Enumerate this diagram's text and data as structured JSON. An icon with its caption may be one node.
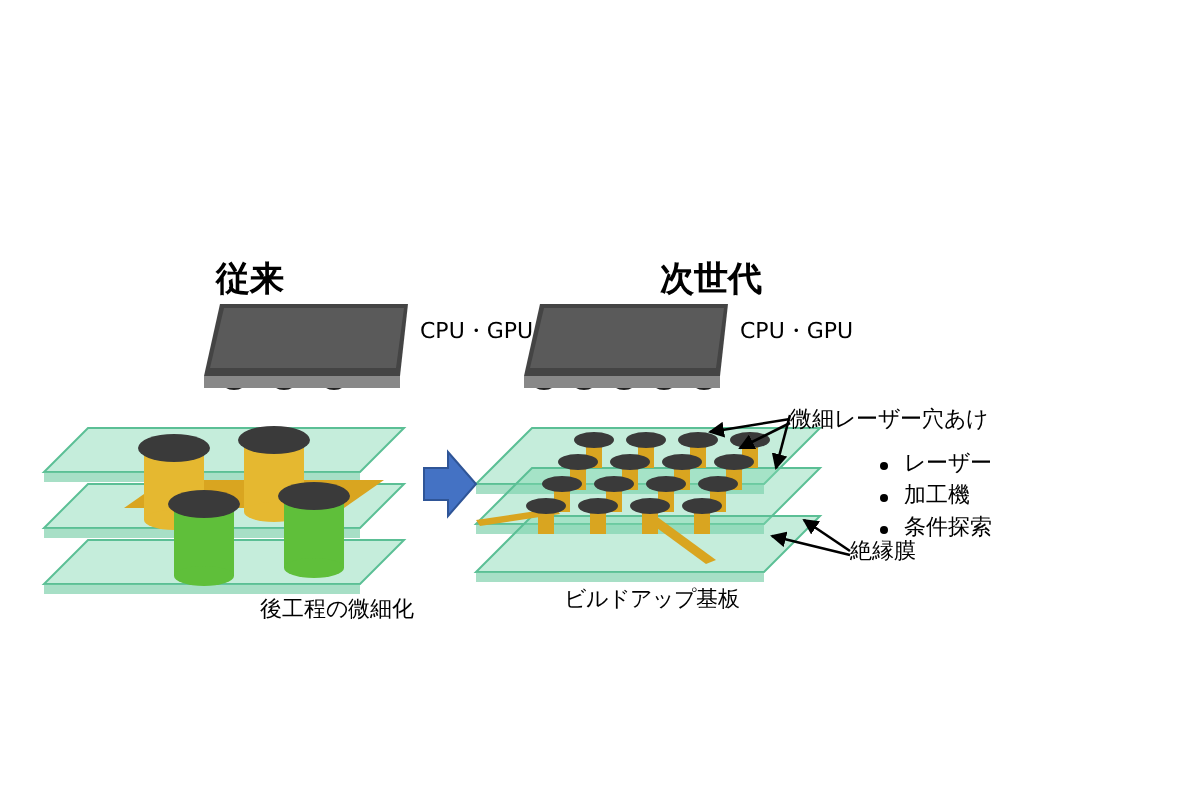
{
  "diagram": {
    "nodes": [
      {
        "text": [],
        "shape": "picture"
      },
      {
        "text": [],
        "shape": "picture",
        "beside": [
          "ビルドアップ基板"
        ]
      },
      {
        "text": [
          "微細レーザー穴あけ"
        ]
      },
      {
        "text": [
          "絶縁膜"
        ]
      }
    ],
    "edges": [
      {
        "from": 0,
        "to": 1,
        "arrow": "to",
        "style": "thick",
        "color": "#4472c4"
      },
      {
        "from": 2,
        "to": 1,
        "arrow": "to"
      },
      {
        "from": 2,
        "to": 1,
        "arrow": "to"
      },
      {
        "from": 2,
        "to": 1,
        "arrow": "to"
      },
      {
        "from": 3,
        "to": 1,
        "arrow": "to"
      },
      {
        "from": 3,
        "to": 1,
        "arrow": "to"
      }
    ],
    "labels": [
      "従来",
      "次世代",
      "CPU・GPU",
      "CPU・GPU",
      "後工程の微細化",
      "レーザー",
      "加工機",
      "条件探索"
    ]
  }
}
